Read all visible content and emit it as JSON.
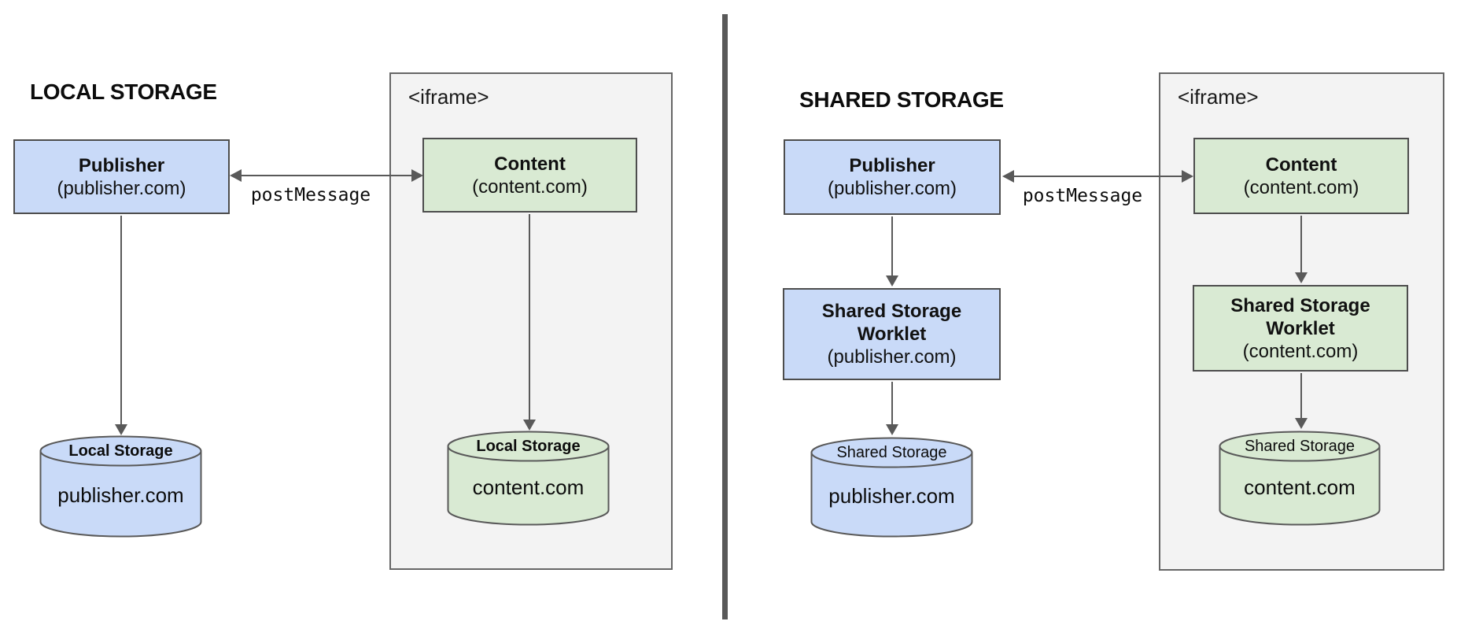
{
  "colors": {
    "box_blue": "#c9daf8",
    "box_green": "#d9ead3",
    "iframe_bg": "#f3f3f3",
    "line": "#595959"
  },
  "left_panel": {
    "title": "LOCAL STORAGE",
    "publisher_box": {
      "title": "Publisher",
      "subtitle": "(publisher.com)"
    },
    "post_message_label": "postMessage",
    "iframe_label": "<iframe>",
    "content_box": {
      "title": "Content",
      "subtitle": "(content.com)"
    },
    "publisher_cylinder": {
      "label": "Local Storage",
      "domain": "publisher.com"
    },
    "content_cylinder": {
      "label": "Local Storage",
      "domain": "content.com"
    }
  },
  "right_panel": {
    "title": "SHARED STORAGE",
    "publisher_box": {
      "title": "Publisher",
      "subtitle": "(publisher.com)"
    },
    "post_message_label": "postMessage",
    "iframe_label": "<iframe>",
    "content_box": {
      "title": "Content",
      "subtitle": "(content.com)"
    },
    "publisher_worklet_box": {
      "line1": "Shared Storage",
      "line2": "Worklet",
      "subtitle": "(publisher.com)"
    },
    "content_worklet_box": {
      "line1": "Shared Storage",
      "line2": "Worklet",
      "subtitle": "(content.com)"
    },
    "publisher_cylinder": {
      "label": "Shared Storage",
      "domain": "publisher.com"
    },
    "content_cylinder": {
      "label": "Shared Storage",
      "domain": "content.com"
    }
  }
}
